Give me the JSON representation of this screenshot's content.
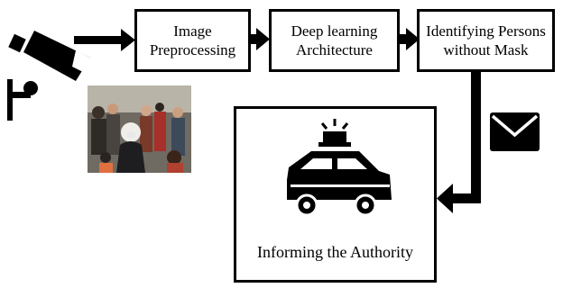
{
  "steps": [
    {
      "line1": "Image",
      "line2": "Preprocessing"
    },
    {
      "line1": "Deep learning",
      "line2": "Architecture"
    },
    {
      "line1": "Identifying Persons",
      "line2": "without Mask"
    }
  ],
  "authority": {
    "label": "Informing the Authority"
  },
  "icons": {
    "camera": "cctv-camera-icon",
    "mail": "envelope-icon",
    "police": "police-car-icon",
    "crowd": "crowd-photo"
  },
  "colors": {
    "stroke": "#000000",
    "background": "#ffffff"
  }
}
